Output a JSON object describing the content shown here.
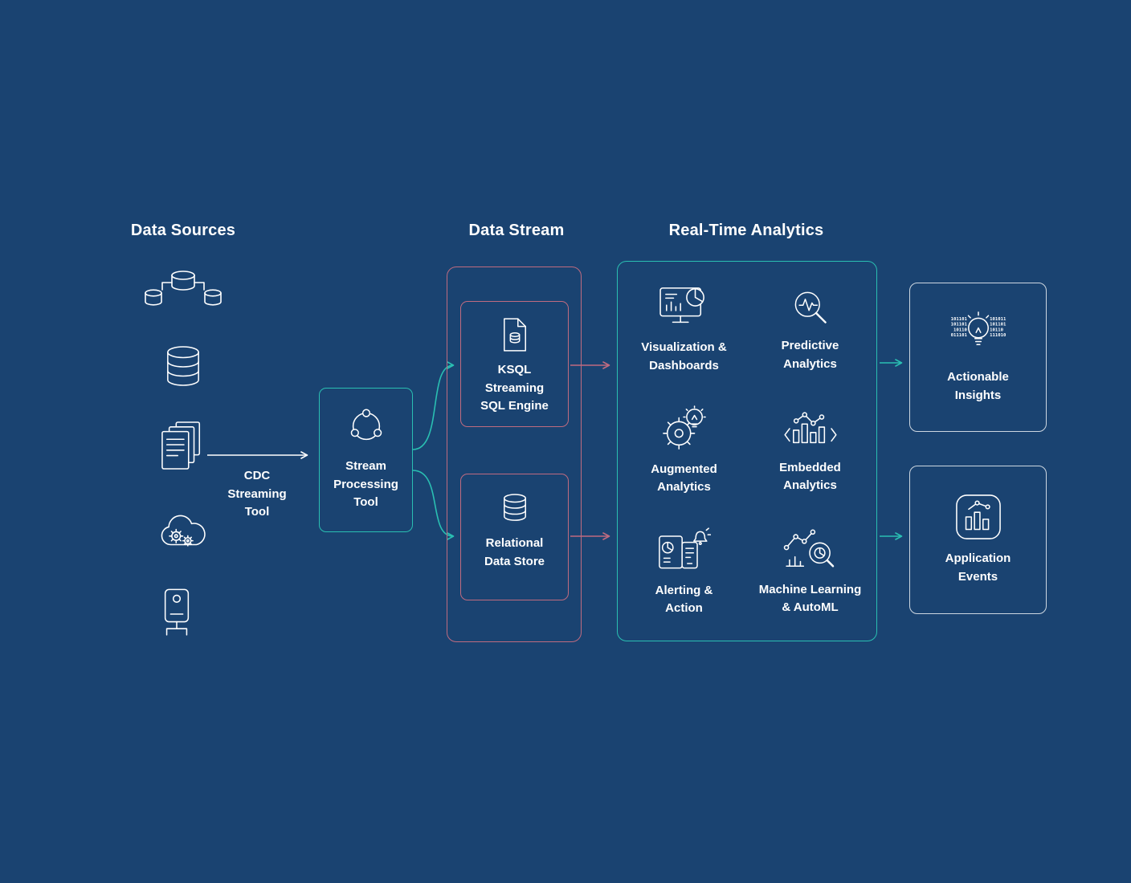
{
  "colors": {
    "background": "#1a4371",
    "teal_accent": "#2abfb2",
    "pink_accent": "#bf6b80",
    "output_border": "#cdd7e1",
    "text": "#ffffff"
  },
  "headers": {
    "data_sources": "Data Sources",
    "data_stream": "Data Stream",
    "realtime_analytics": "Real-Time Analytics"
  },
  "sources": {
    "icons": [
      "database-cluster-icon",
      "database-icon",
      "documents-icon",
      "cloud-gears-icon",
      "server-icon"
    ]
  },
  "cdc": {
    "label": "CDC Streaming Tool"
  },
  "stream_processing": {
    "label": "Stream Processing Tool",
    "icon": "stream-processing-icon"
  },
  "data_stream_nodes": {
    "ksql": {
      "label": "KSQL Streaming SQL Engine",
      "icon": "sql-document-icon"
    },
    "relational": {
      "label": "Relational Data Store",
      "icon": "relational-database-icon"
    }
  },
  "analytics": {
    "items": [
      {
        "label": "Visualization & Dashboards",
        "icon": "visualization-dashboards-icon"
      },
      {
        "label": "Predictive Analytics",
        "icon": "predictive-analytics-icon"
      },
      {
        "label": "Augmented Analytics",
        "icon": "augmented-analytics-icon"
      },
      {
        "label": "Embedded Analytics",
        "icon": "embedded-analytics-icon"
      },
      {
        "label": "Alerting & Action",
        "icon": "alerting-action-icon"
      },
      {
        "label": "Machine Learning & AutoML",
        "icon": "machine-learning-automl-icon"
      }
    ]
  },
  "outputs": [
    {
      "label": "Actionable Insights",
      "icon": "actionable-insights-icon",
      "binary_left": [
        "101101",
        "101101",
        "10110",
        "011101"
      ],
      "binary_right": [
        "101011",
        "101101",
        "10110",
        "111010"
      ]
    },
    {
      "label": "Application Events",
      "icon": "application-events-icon"
    }
  ]
}
